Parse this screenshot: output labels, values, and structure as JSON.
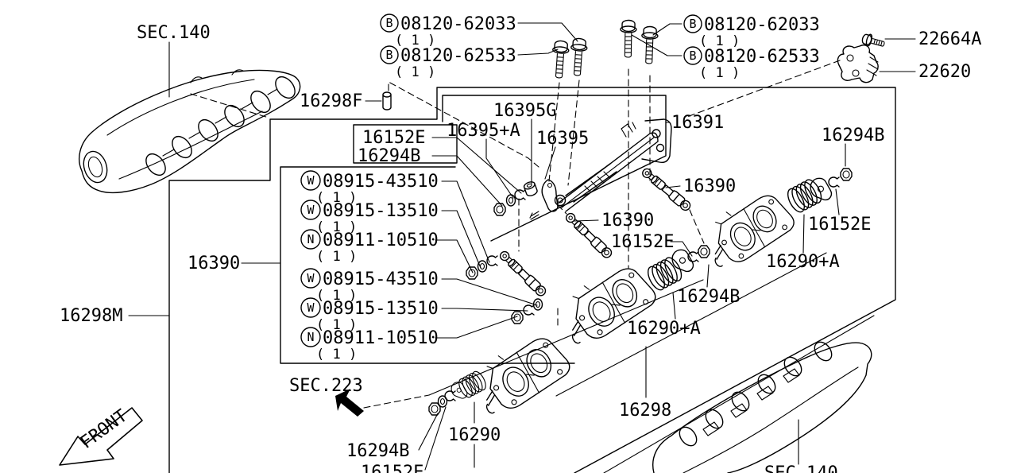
{
  "sections": {
    "sec140": "SEC.140",
    "sec223": "SEC.223"
  },
  "front_arrow": {
    "label": "FRONT"
  },
  "fasteners": {
    "b62033": {
      "symbol": "B",
      "number": "08120-62033",
      "qty": "( 1 )"
    },
    "b62533": {
      "symbol": "B",
      "number": "08120-62533",
      "qty": "( 1 )"
    },
    "w43510": {
      "symbol": "W",
      "number": "08915-43510",
      "qty": "( 1 )"
    },
    "w13510": {
      "symbol": "W",
      "number": "08915-13510",
      "qty": "( 1 )"
    },
    "n10510": {
      "symbol": "N",
      "number": "08911-10510",
      "qty": "( 1 )"
    }
  },
  "parts": {
    "p22664a": "22664A",
    "p22620": "22620",
    "p16298f": "16298F",
    "p16395g": "16395G",
    "p16395a": "16395+A",
    "p16152e": "16152E",
    "p16294b": "16294B",
    "p16395": "16395",
    "p16391": "16391",
    "p16390": "16390",
    "p16290a": "16290+A",
    "p16298m": "16298M",
    "p16290": "16290",
    "p16298": "16298"
  }
}
